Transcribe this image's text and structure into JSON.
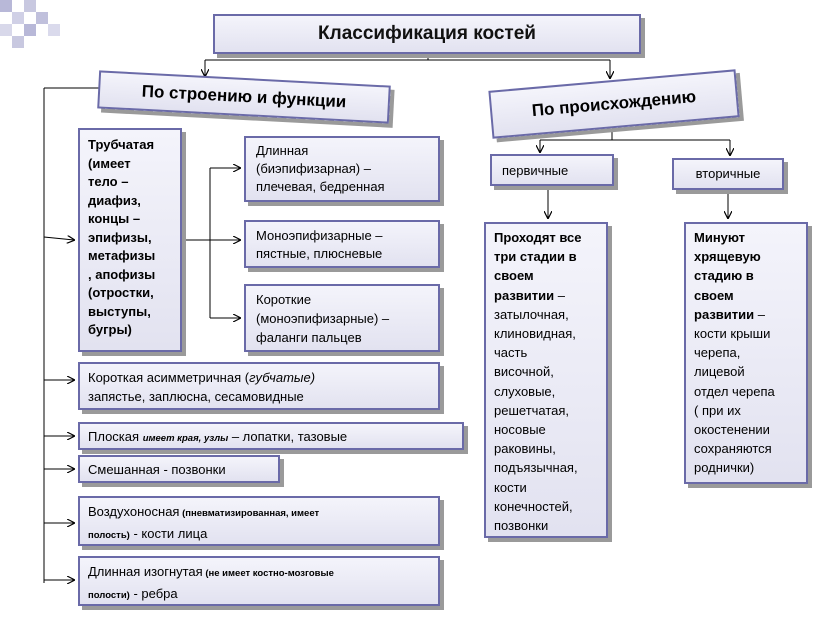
{
  "title": "Классификация костей",
  "structure_heading": "По строению и функции",
  "origin_heading": "По происхождению",
  "tubular": {
    "lines": [
      "Трубчатая",
      "(имеет",
      "тело –",
      "диафиз,",
      "концы –",
      "эпифизы,",
      "метафизы",
      ", апофизы",
      "(отростки,",
      "выступы,",
      "бугры)"
    ]
  },
  "long_bone": {
    "line1": "Длинная",
    "line2": "(биэпифизарная) –",
    "line3": "плечевая, бедренная"
  },
  "monoepiphyseal": {
    "line1": "Моноэпифизарные –",
    "line2": "пястные, плюсневые"
  },
  "short_bone": {
    "line1": "Короткие",
    "line2": "(моноэпифизарные) –",
    "line3": "фаланги пальцев"
  },
  "short_asym": {
    "main": "Короткая асимметричная (",
    "italic": "губчатые)",
    "line2": "запястье, заплюсна, сесамовидные"
  },
  "flat": {
    "main": "Плоская",
    "italic": "имеет края, узлы",
    "tail": " – лопатки, тазовые"
  },
  "mixed": {
    "main": "Смешанная",
    "tail": " - позвонки"
  },
  "pneumatic": {
    "main": "Воздухоносная",
    "note": " (пневматизированная, имеет",
    "note2": "полость)",
    "tail": " - кости лица"
  },
  "curved": {
    "main": "Длинная изогнутая",
    "note": " (не имеет костно-мозговые",
    "note2": "полости)",
    "tail": " - ребра"
  },
  "primary": {
    "label": "первичные",
    "desc_bold": [
      "Проходят все",
      "три стадии  в",
      "своем",
      "развитии"
    ],
    "desc_dash": " –",
    "desc_rest": [
      "затылочная,",
      "клиновидная,",
      "часть",
      "височной,",
      "слуховые,",
      "решетчатая,",
      "носовые",
      "раковины,",
      "подъязычная,",
      "кости",
      "конечностей,",
      "позвонки"
    ]
  },
  "secondary": {
    "label": "вторичные",
    "desc_bold": [
      "Минуют",
      "хрящевую",
      "стадию в",
      "своем",
      "развитии"
    ],
    "desc_dash": " –",
    "desc_rest": [
      "кости крыши",
      "черепа,",
      "лицевой",
      "отдел черепа",
      "( при их",
      "окостенении",
      "сохраняются",
      "роднички)"
    ]
  },
  "colors": {
    "border": "#6a6aa8",
    "fill_top": "#f4f4fb",
    "fill_bottom": "#e2e2f0",
    "deco": "#c4c4de",
    "shadow": "#9a9a9a"
  }
}
